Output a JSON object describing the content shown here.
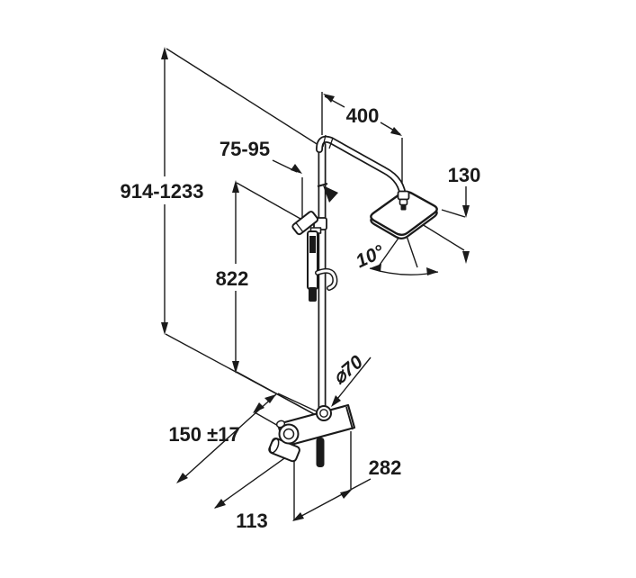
{
  "diagram": {
    "kind": "shower system technical drawing",
    "colors": {
      "line": "#1a1a1a",
      "background": "#ffffff"
    },
    "dims": {
      "overall_height": "914-1233",
      "holder_offset": "75-95",
      "arm_reach": "400",
      "head_height": "130",
      "bar_length": "822",
      "spray_angle": "10°",
      "escutcheon_diameter": "⌀70",
      "supply_spacing": "150 ±17",
      "mixer_width": "282",
      "hose_clearance": "113"
    }
  }
}
